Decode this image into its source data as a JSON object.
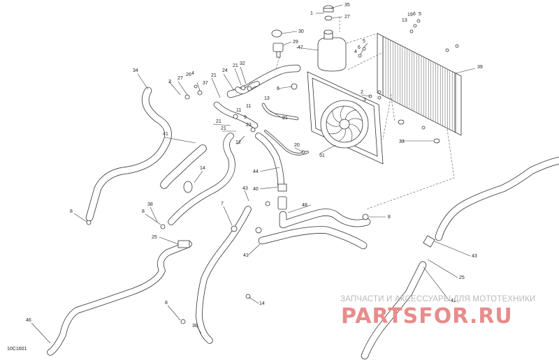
{
  "diagram": {
    "reference_code": "10C1601",
    "callouts": {
      "n1": "1",
      "n2": "2",
      "n3a": "3",
      "n3b": "3",
      "n4a": "4",
      "n4b": "4",
      "n5a": "5",
      "n5b": "5",
      "n6a": "6",
      "n6b": "6",
      "n6c": "6",
      "n7": "7",
      "n8a": "8",
      "n8b": "8",
      "n8c": "8",
      "n8d": "8",
      "n9": "9",
      "n11a": "11",
      "n11b": "11",
      "n12": "12",
      "n13": "13",
      "n14a": "14",
      "n14b": "14",
      "n19": "19",
      "n20": "20",
      "n21a": "21",
      "n21b": "21",
      "n21c": "21",
      "n21d": "21",
      "n23": "23",
      "n24": "24",
      "n25a": "25",
      "n25b": "25",
      "n26": "26",
      "n27a": "27",
      "n27b": "27",
      "n29": "29",
      "n30": "30",
      "n31": "31",
      "n32": "32",
      "n33": "33",
      "n34": "34",
      "n35": "35",
      "n36": "36",
      "n37": "37",
      "n38": "38",
      "n39": "39",
      "n40": "40",
      "n41a": "41",
      "n41b": "41",
      "n41c": "41",
      "n43a": "43",
      "n43b": "43",
      "n44": "44",
      "n46": "46",
      "n47": "47",
      "n48": "48",
      "n51": "51"
    }
  },
  "watermark": {
    "line1": "ЗАПЧАСТИ И АКСЕССУАРЫ ДЛЯ МОТОТЕХНИКИ",
    "logo": "PARTSFOR.RU",
    "color": "#e78c8c"
  }
}
